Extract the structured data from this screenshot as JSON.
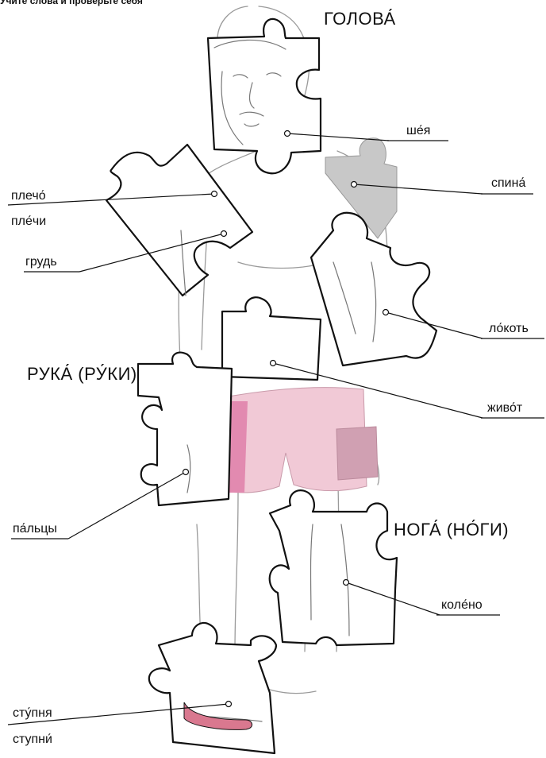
{
  "top_caption": "Учите слова и проверьте себя",
  "section_labels": {
    "head": "ГОЛОВА́",
    "arm": "РУКА́ (РУ́КИ)",
    "leg": "НОГА́ (НО́ГИ)"
  },
  "labels": {
    "neck": "ше́я",
    "back": "спина́",
    "shoulder": "плечо́",
    "shoulders": "пле́чи",
    "chest": "грудь",
    "elbow": "ло́коть",
    "belly": "живо́т",
    "fingers": "па́льцы",
    "knee": "коле́но",
    "foot": "сту́пня",
    "feet": "ступни́"
  },
  "colors": {
    "outline": "#111111",
    "body_sketch": "#9a9a9a",
    "shorts": "#f1c9d6",
    "shorts_shade": "#e28ab0",
    "back_piece": "#c8c8c8",
    "sandal": "#d9788f"
  }
}
